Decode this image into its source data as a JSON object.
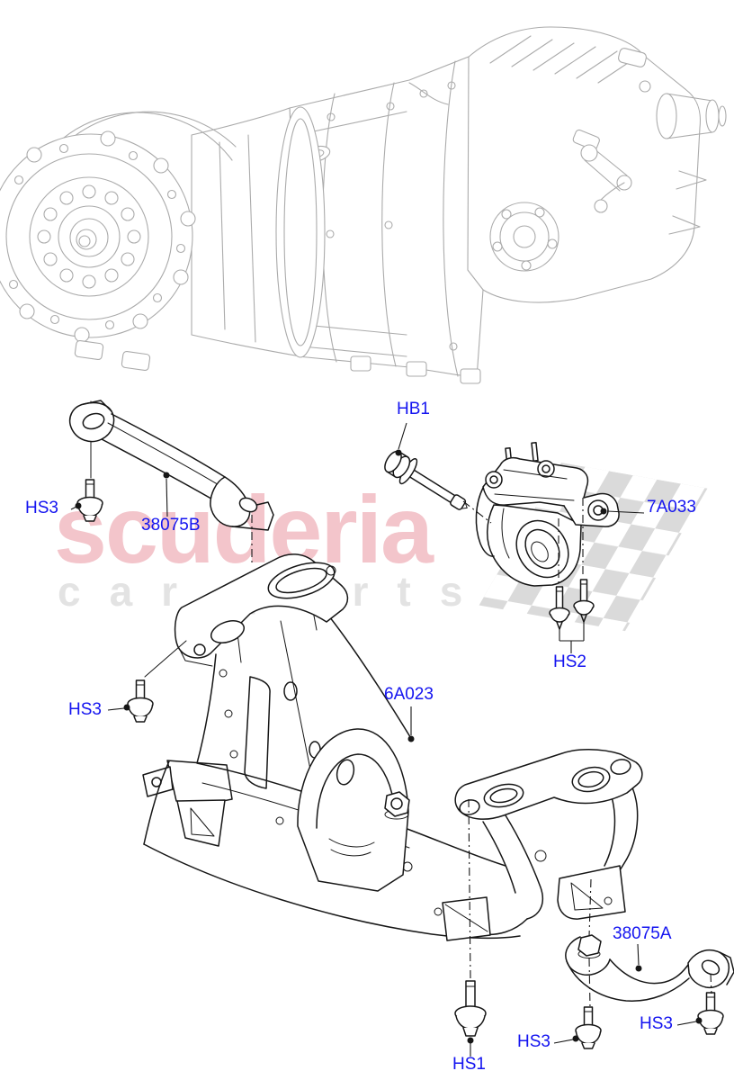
{
  "watermark": {
    "brand": "scuderia",
    "tagline": "car parts",
    "brand_color": "#f3c5cb",
    "tagline_color": "#e3e3e3",
    "flag_color": "#d8d8d8"
  },
  "diagram": {
    "label_color": "#1414f0",
    "upper_line_color": "#ababab",
    "part_line_color": "#161616",
    "labels": [
      {
        "id": "hs3-strap",
        "text": "HS3"
      },
      {
        "id": "38075b",
        "text": "38075B"
      },
      {
        "id": "hb1",
        "text": "HB1"
      },
      {
        "id": "7a033",
        "text": "7A033"
      },
      {
        "id": "hs2",
        "text": "HS2"
      },
      {
        "id": "6a023",
        "text": "6A023"
      },
      {
        "id": "hs3-left",
        "text": "HS3"
      },
      {
        "id": "38075a",
        "text": "38075A"
      },
      {
        "id": "hs1",
        "text": "HS1"
      },
      {
        "id": "hs3-bottom-mid",
        "text": "HS3"
      },
      {
        "id": "hs3-bottom-right",
        "text": "HS3"
      }
    ]
  }
}
